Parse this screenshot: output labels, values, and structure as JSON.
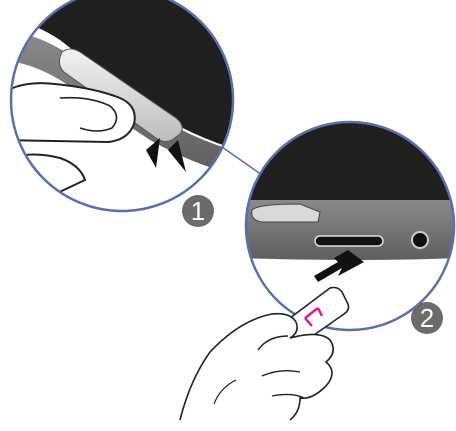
{
  "steps": [
    {
      "number": "1"
    },
    {
      "number": "2"
    }
  ],
  "colors": {
    "circle_outline": "#5b6fb0",
    "device_dark": "#2b2b2b",
    "device_body": "#6f6f6f",
    "badge": "#6b6b6b",
    "card_accent": "#e8177d"
  },
  "icons": [
    "insert-arrow-icon",
    "press-arrow-icon",
    "hand-illustration",
    "sim-card-illustration"
  ]
}
